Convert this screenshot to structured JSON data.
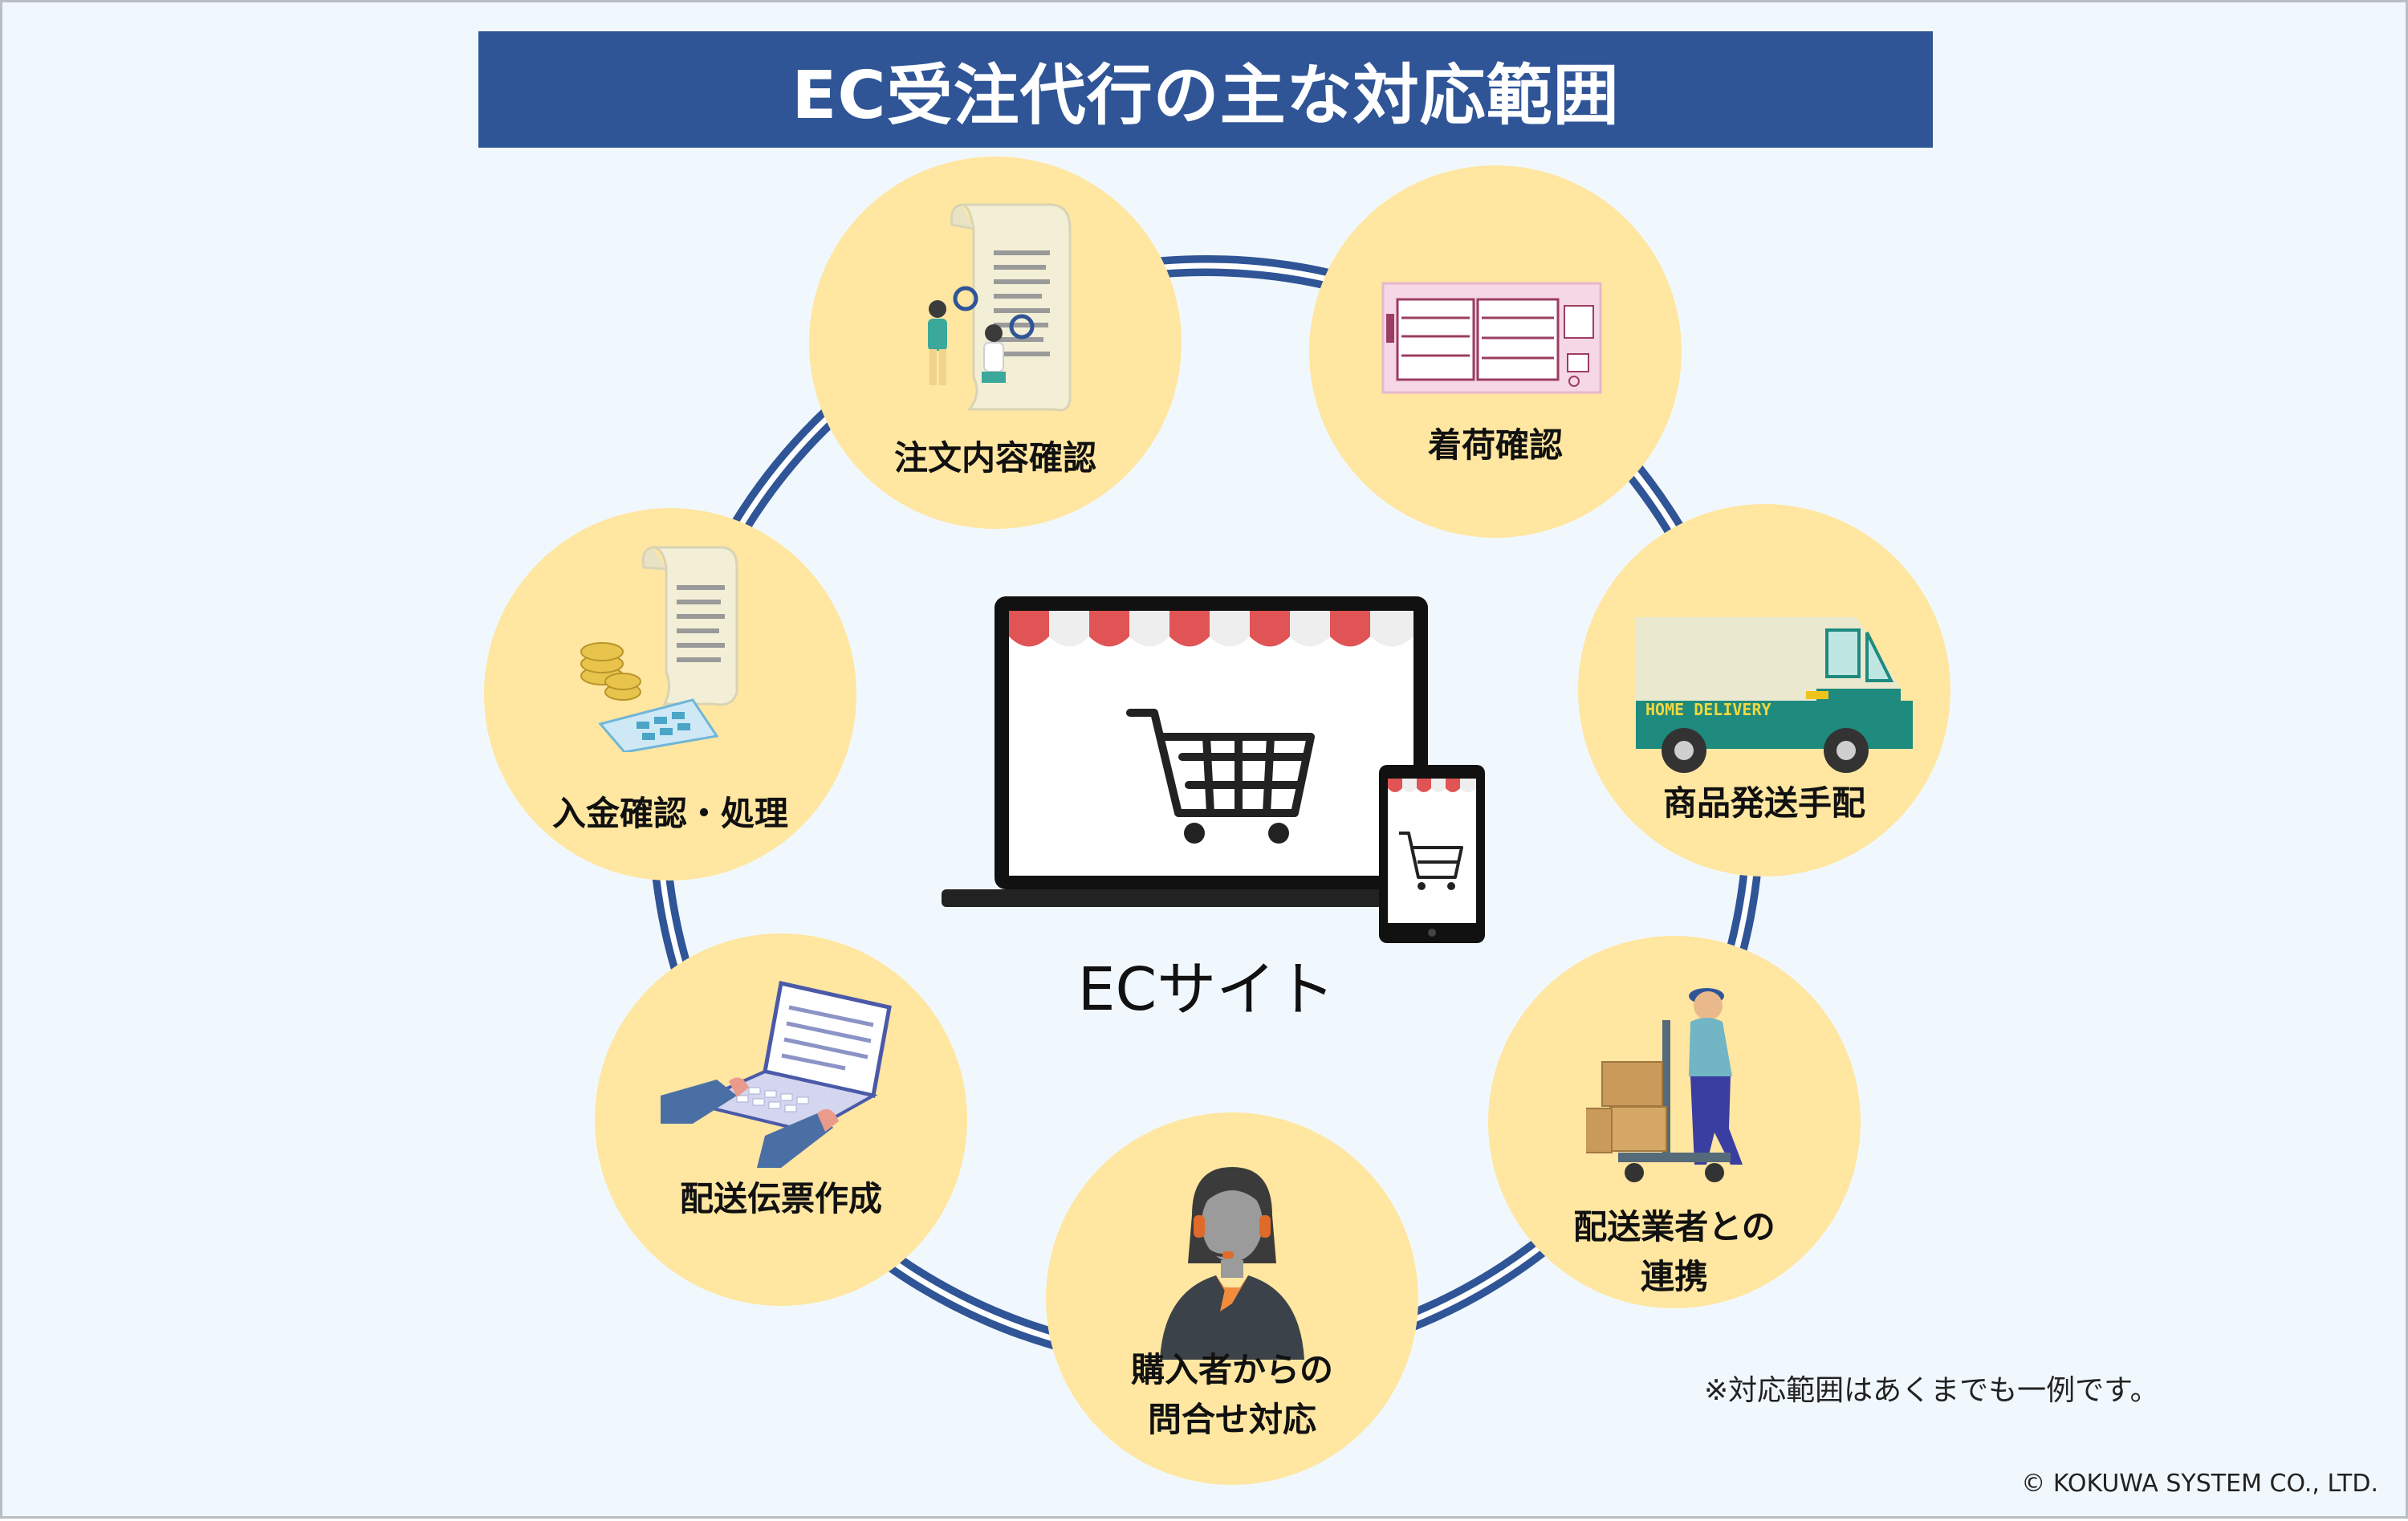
{
  "title": "EC受注代行の主な対応範囲",
  "center": {
    "label": "ECサイト"
  },
  "nodes": [
    {
      "id": "order-check",
      "label": "注文内容確認"
    },
    {
      "id": "arrival-check",
      "label": "着荷確認"
    },
    {
      "id": "shipping-arrange",
      "label": "商品発送手配"
    },
    {
      "id": "carrier-liaison",
      "lines": [
        "配送業者との",
        "連携"
      ]
    },
    {
      "id": "customer-support",
      "lines": [
        "購入者からの",
        "問合せ対応"
      ]
    },
    {
      "id": "slip-creation",
      "label": "配送伝票作成"
    },
    {
      "id": "payment-check",
      "label": "入金確認・処理"
    }
  ],
  "truck_text": "HOME DELIVERY",
  "note": "※対応範囲はあくまでも一例です。",
  "copyright": "© KOKUWA SYSTEM CO., LTD.",
  "colors": {
    "banner": "#2f5597",
    "ring": "#2f5597",
    "node_fill": "#ffe6a1",
    "background": "#f1f8fd",
    "awning_red": "#e05456"
  }
}
